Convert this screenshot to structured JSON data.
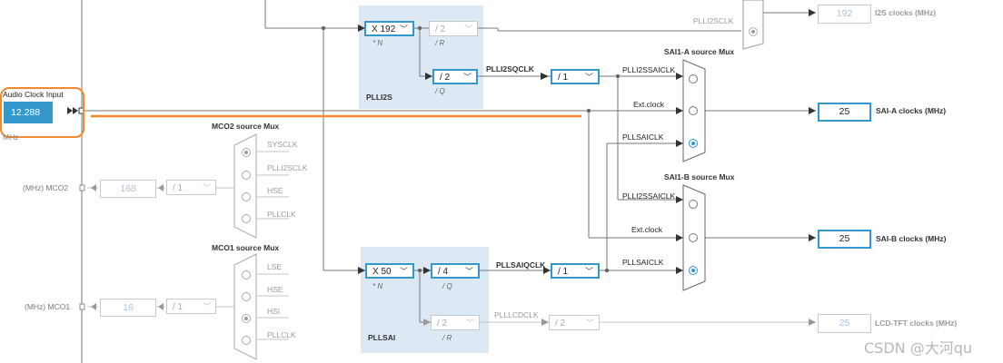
{
  "audio_input": {
    "title": "Audio Clock Input",
    "value": "12.288",
    "unit": "MHz"
  },
  "plli2s": {
    "label": "PLLI2S",
    "n": {
      "value": "X 192",
      "sub": "* N"
    },
    "r": {
      "value": "/ 2",
      "sub": "/ R"
    },
    "q": {
      "value": "/ 2",
      "sub": "/ Q"
    },
    "q_out_label": "PLLI2SQCLK",
    "q_div": "/ 1",
    "sclk_label": "PLLI2SCLK"
  },
  "pllsai": {
    "label": "PLLSAI",
    "n": {
      "value": "X 50",
      "sub": "* N"
    },
    "q": {
      "value": "/ 4",
      "sub": "/ Q"
    },
    "r": {
      "value": "/ 2",
      "sub": "/ R"
    },
    "q_out_label": "PLLSAIQCLK",
    "q_div": "/ 1",
    "lcd_label": "PLLLCDCLK",
    "lcd_div": "/ 2"
  },
  "i2s_output": {
    "value": "192",
    "label": "I2S clocks (MHz)"
  },
  "sai1a": {
    "title": "SAI1-A source Mux",
    "inputs": [
      "PLLI2SSAICLK",
      "Ext.clock",
      "PLLSAICLK"
    ],
    "selected": 2,
    "output_value": "25",
    "output_label": "SAI-A clocks (MHz)"
  },
  "sai1b": {
    "title": "SAI1-B source Mux",
    "inputs": [
      "PLLI2SSAICLK",
      "Ext.clock",
      "PLLSAICLK"
    ],
    "selected": 2,
    "output_value": "25",
    "output_label": "SAI-B clocks (MHz)"
  },
  "lcd_output": {
    "value": "25",
    "label": "LCD-TFT clocks (MHz)"
  },
  "mco2": {
    "title": "MCO2 source Mux",
    "inputs": [
      "SYSCLK",
      "PLLI2SCLK",
      "HSE",
      "PLLCLK"
    ],
    "selected": 0,
    "div": "/ 1",
    "value": "168",
    "label": "(MHz) MCO2"
  },
  "mco1": {
    "title": "MCO1 source Mux",
    "inputs": [
      "LSE",
      "HSE",
      "HSI",
      "PLLCLK"
    ],
    "selected": 2,
    "div": "/ 1",
    "value": "16",
    "label": "(MHz) MCO1"
  },
  "watermark": "CSDN @大河qu",
  "colors": {
    "accent": "#3399cc",
    "highlight": "#f08a30",
    "pll_panel": "#dde8f5"
  }
}
